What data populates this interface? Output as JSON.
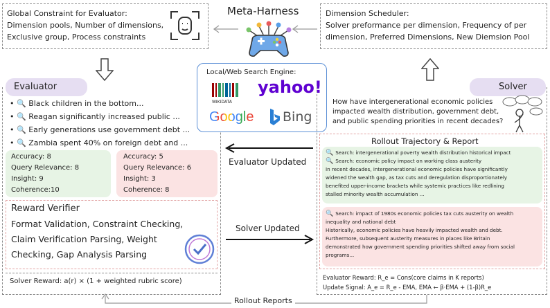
{
  "title": "Meta-Harness",
  "global_constraint": {
    "lines": [
      "Global Constraint for Evaluator:",
      "Dimension pools, Number of dimensions,",
      "Exclusive group, Process constraints"
    ]
  },
  "dimension_scheduler": {
    "lines": [
      "Dimension Scheduler:",
      "Solver preformance per dimension, Frequency of per",
      "dimension, Preferred Dimensions, New Diemsion Pool"
    ]
  },
  "evaluator": {
    "label": "Evaluator",
    "claims": [
      "Black children in the bottom...",
      "Reagan significantly increased public ...",
      "Early generations use government debt ...",
      "Zambia spent 40% on foreign debt and ..."
    ],
    "score_good": [
      "Accuracy: 8",
      "Query Relevance: 8",
      "Insight: 9",
      "Coherence:10"
    ],
    "score_bad": [
      "Accuracy: 5",
      "Query Relevance: 6",
      "Insight: 3",
      "Coherence: 8"
    ]
  },
  "search_engine": {
    "title": "Local/Web Search Engine:",
    "logos": [
      "WIKIDATA",
      "yahoo!",
      "Google",
      "Bing"
    ]
  },
  "solver": {
    "label": "Solver",
    "question": [
      "How have intergenerational economic policies",
      "impacted wealth distribution, government debt,",
      "and public spending priorities in recent decades?"
    ]
  },
  "arrows": {
    "evaluator_updated": "Evaluator Updated",
    "solver_updated": "Solver Updated",
    "rollout_reports": "Rollout Reports"
  },
  "reward_verifier": {
    "title": "Reward Verifier",
    "lines": [
      "Format Validation, Constraint Checking,",
      "Claim Verification Parsing, Weight",
      "Checking, Gap Analysis Parsing"
    ],
    "solver_reward": "Solver Reward: a(r) × (1 + weighted rubric score)"
  },
  "rollout": {
    "title": "Rollout Trajectory & Report",
    "good": [
      "Search: intergenerational poverty wealth distribution historical impact",
      "Search: economic policy impact on working class austerity",
      "In recent decades, intergenerational economic policies have significantly",
      "widened the wealth gap, as tax cuts and deregulation disproportionately",
      "benefited upper-income brackets while systemic practices like redlining",
      "stalled minority wealth accumulation ..."
    ],
    "bad": [
      "Search: impact of 1980s economic policies tax cuts austerity on wealth",
      "inequality and national debt",
      "Historically, economic policies have heavily impacted wealth and debt.",
      "Furthermore, subsequent austerity measures in places like Britain",
      "demonstrated how government spending priorities shifted away from social",
      "programs..."
    ],
    "reward_line": "Evaluator Reward: R_e = Cons(core claims in K reports)",
    "update_line": "Update Signal: A_e = R_e - EMA, EMA ← β·EMA + (1-β)R_e"
  },
  "colors": {
    "pill": "#e6def2",
    "good": "#e7f4e5",
    "bad": "#fbe3e3",
    "search_border": "#5b8fd6"
  }
}
